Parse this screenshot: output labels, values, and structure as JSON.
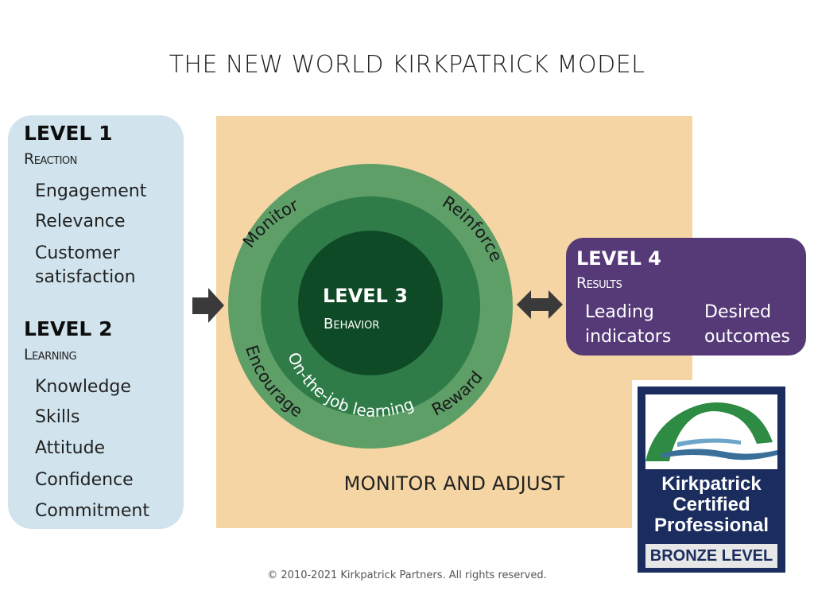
{
  "title": "THE NEW WORLD KIRKPATRICK MODEL",
  "level1": {
    "heading": "LEVEL 1",
    "subtitle": "Reaction",
    "items": [
      "Engagement",
      "Relevance",
      "Customer",
      "satisfaction"
    ]
  },
  "level2": {
    "heading": "LEVEL 2",
    "subtitle": "Learning",
    "items": [
      "Knowledge",
      "Skills",
      "Attitude",
      "Confidence",
      "Commitment"
    ]
  },
  "level3": {
    "heading": "LEVEL 3",
    "subtitle": "Behavior",
    "ring_labels": {
      "monitor": "Monitor",
      "reinforce": "Reinforce",
      "encourage": "Encourage",
      "reward": "Reward",
      "inner": "On-the-job learning"
    }
  },
  "level4": {
    "heading": "LEVEL 4",
    "subtitle": "Results",
    "col1": [
      "Leading",
      "indicators"
    ],
    "col2": [
      "Desired",
      "outcomes"
    ]
  },
  "monitor_adjust": "MONITOR AND ADJUST",
  "badge": {
    "line1": "Kirkpatrick",
    "line2": "Certified",
    "line3": "Professional",
    "level": "BRONZE LEVEL"
  },
  "copyright": "© 2010-2021 Kirkpatrick Partners. All rights reserved.",
  "colors": {
    "level1_bg": "#d1e4ee",
    "center_bg": "#f5d5a3",
    "ring_outer": "#5e9e67",
    "ring_middle": "#2f7c49",
    "ring_inner": "#0f4a26",
    "level4_bg": "#563a78",
    "badge_navy": "#1b2c5e"
  }
}
